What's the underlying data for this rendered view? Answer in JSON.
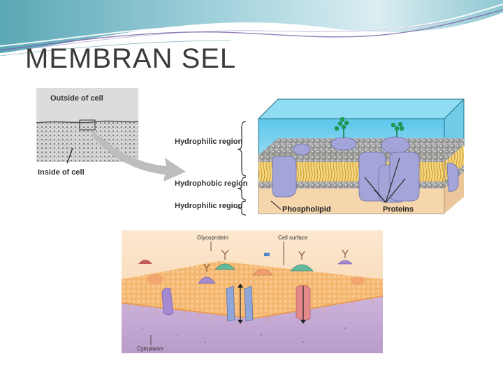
{
  "slide": {
    "title": "MEMBRAN SEL",
    "theme_colors": {
      "banner_teal": "#3f8ea0",
      "banner_purple": "#7b5ea7",
      "banner_light": "#dff1f5"
    }
  },
  "top_figure": {
    "micrograph": {
      "outside_label": "Outside of cell",
      "inside_label": "Inside of cell"
    },
    "region_labels": [
      "Hydrophilic region",
      "Hydrophobic region",
      "Hydrophilic region"
    ],
    "callouts": {
      "phospholipid": "Phospholipid",
      "proteins": "Proteins"
    },
    "colors": {
      "water": "#58c6ea",
      "head": "#9c9c9c",
      "tail": "#e6b83a",
      "protein": "#a3a5d8",
      "carbohydrate": "#1f9e53"
    }
  },
  "bottom_figure": {
    "labels": {
      "glycoprotein": "Glycoprotein",
      "cell_surface": "Cell surface",
      "cytoplasm": "Cytoplasm"
    },
    "colors": {
      "membrane_surface": "#f2b067",
      "cytoplasm": "#c8b3d8",
      "protein_green": "#63b89d",
      "protein_purple": "#a48ad0",
      "protein_orange": "#f0a070"
    }
  }
}
